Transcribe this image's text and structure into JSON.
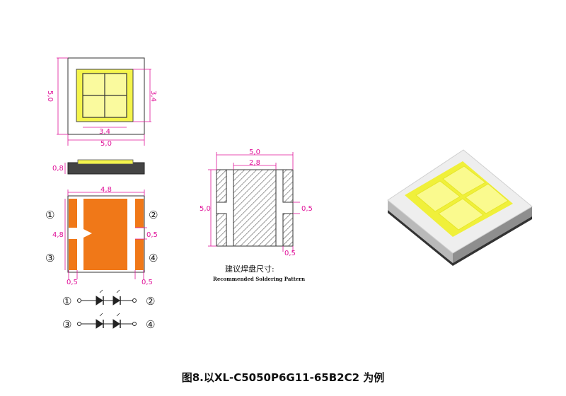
{
  "figure": {
    "caption": "图8.以XL-C5050P6G11-65B2C2 为例"
  },
  "top_view": {
    "dim_height": "5,0",
    "dim_lens_height": "3,4",
    "dim_lens_width": "3,4",
    "dim_width": "5,0"
  },
  "side_view": {
    "dim_thickness": "0,8"
  },
  "bottom_view": {
    "dim_pad_width": "4,8",
    "dim_pad_height": "4,8",
    "dim_gap": "0,5",
    "dim_left_margin": "0,5",
    "dim_right_margin": "0,5",
    "pins": [
      "①",
      "②",
      "③",
      "④"
    ],
    "colors": {
      "pad": "#f07818"
    }
  },
  "schematic": {
    "pins": [
      "①",
      "②",
      "③",
      "④"
    ]
  },
  "solder_pattern": {
    "dim_width": "5,0",
    "dim_center": "2,8",
    "dim_height": "5,0",
    "dim_gap": "0,5",
    "dim_bottom": "0,5",
    "label_cn": "建议焊盘尺寸:",
    "label_en": "Recommended Soldering Pattern"
  },
  "render": {
    "colors": {
      "dimension": "#e0149a",
      "led_yellow": "#f2f24a",
      "led_yellow_light": "#fbfb9a"
    }
  }
}
